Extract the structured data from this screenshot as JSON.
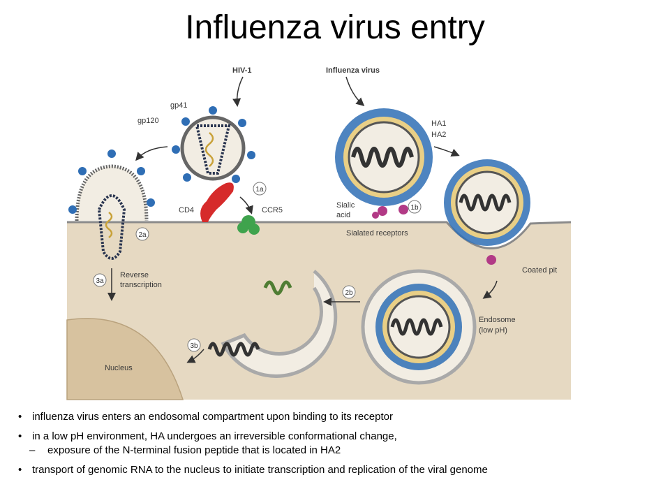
{
  "title": "Influenza virus entry",
  "labels": {
    "hiv": "HIV-1",
    "influenza": "Influenza virus",
    "gp41": "gp41",
    "gp120": "gp120",
    "ha1": "HA1",
    "ha2": "HA2",
    "cd4": "CD4",
    "ccr5": "CCR5",
    "sialic1": "Sialic",
    "sialic2": "acid",
    "sialated": "Sialated receptors",
    "coated": "Coated pit",
    "reverse1": "Reverse",
    "reverse2": "transcription",
    "endosome1": "Endosome",
    "endosome2": "(low pH)",
    "nucleus": "Nucleus"
  },
  "steps": {
    "s1a": "1a",
    "s1b": "1b",
    "s2a": "2a",
    "s2b": "2b",
    "s3a": "3a",
    "s3b": "3b"
  },
  "bullets": {
    "b1": "influenza virus enters an endosomal compartment upon binding to its receptor",
    "b2": "in a low pH environment, HA undergoes an irreversible conformational change,",
    "b2_sub": "exposure of the N-terminal fusion peptide that is located in HA2",
    "b3": "transport of genomic RNA to the nucleus to initiate transcription and replication of the viral genome"
  },
  "bullet_marker": "•",
  "sub_marker": "–",
  "colors": {
    "cytoplasm": "#e6d9c2",
    "nucleus": "#d7c29f",
    "spike_blue": "#2f6eb5",
    "ha_yellow": "#e9cf86",
    "ha2_green": "#4f7d33",
    "cd4_red": "#d62b2b",
    "ccr5_green": "#3fa34d",
    "sialic_magenta": "#b23a86"
  }
}
